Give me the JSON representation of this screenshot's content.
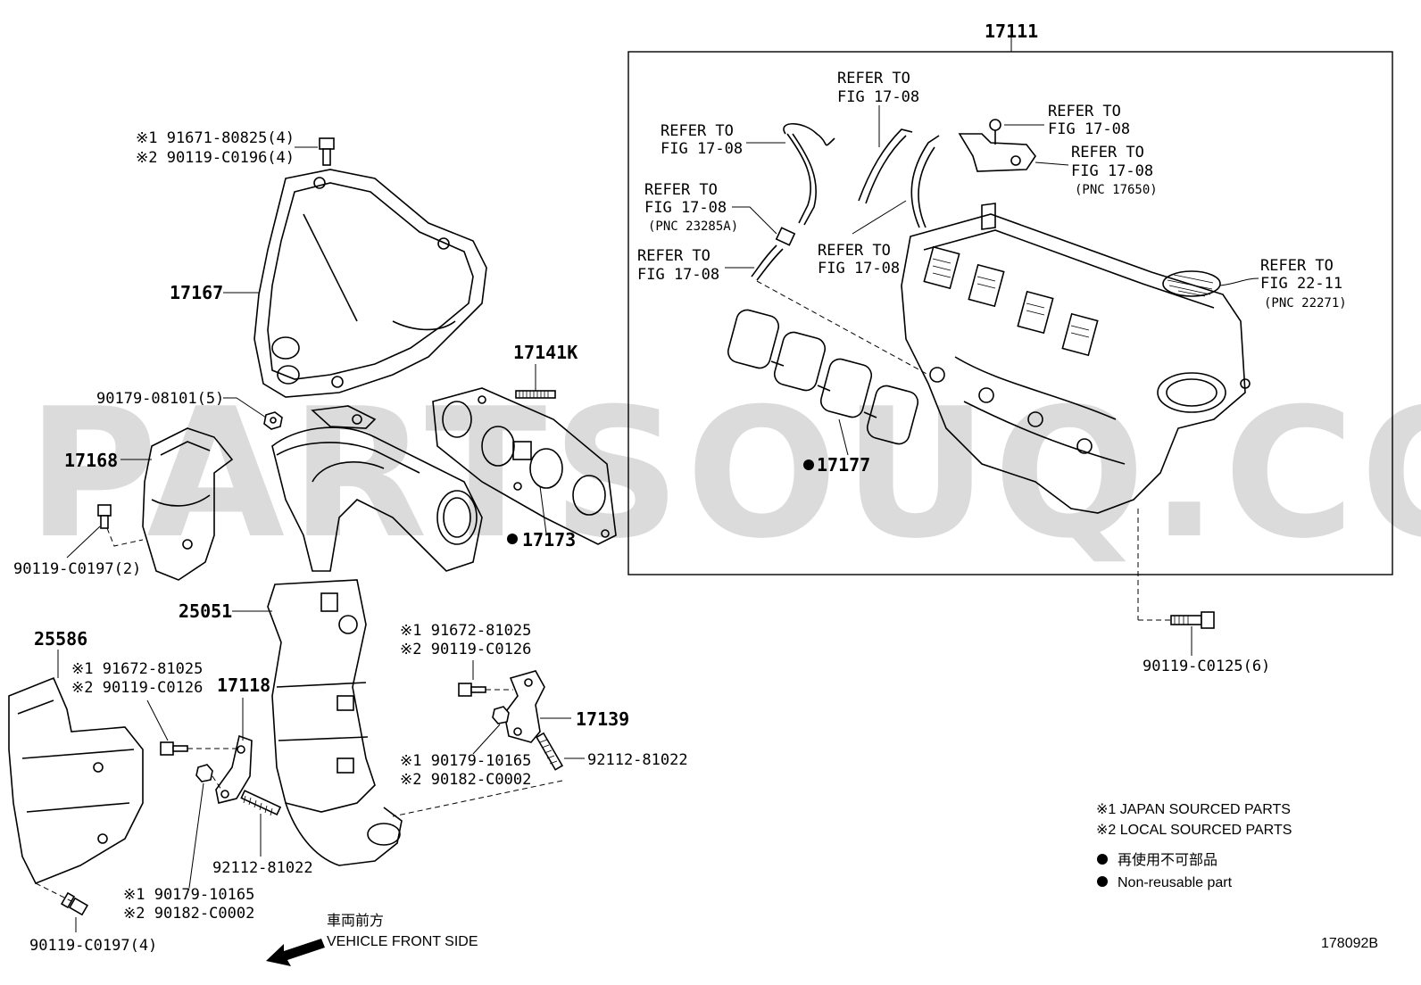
{
  "watermark": "PARTSOUQ.COM",
  "box_header": "17111",
  "refer_labels": [
    {
      "id": "r1",
      "lines": [
        "REFER TO",
        "FIG 17-08"
      ]
    },
    {
      "id": "r2",
      "lines": [
        "REFER TO",
        "FIG 17-08"
      ]
    },
    {
      "id": "r3",
      "lines": [
        "REFER TO",
        "FIG 17-08"
      ]
    },
    {
      "id": "r4",
      "lines": [
        "REFER TO",
        "FIG 17-08",
        "(PNC 17650)"
      ]
    },
    {
      "id": "r5",
      "lines": [
        "REFER TO",
        "FIG 17-08",
        "(PNC 23285A)"
      ]
    },
    {
      "id": "r6",
      "lines": [
        "REFER TO",
        "FIG 17-08"
      ]
    },
    {
      "id": "r7",
      "lines": [
        "REFER TO",
        "FIG 17-08"
      ]
    },
    {
      "id": "r8",
      "lines": [
        "REFER TO",
        "FIG 22-11",
        "(PNC 22271)"
      ]
    }
  ],
  "parts": {
    "p17167": "17167",
    "p17168": "17168",
    "p17141k": "17141K",
    "p17173": "17173",
    "p17177": "17177",
    "p25051": "25051",
    "p25586": "25586",
    "p17118": "17118",
    "p17139": "17139",
    "bolt_top_1": "※1 91671-80825(4)",
    "bolt_top_2": "※2 90119-C0196(4)",
    "nut_90179": "90179-08101(5)",
    "bolt_c0197_2": "90119-C0197(2)",
    "bolt_c0197_4": "90119-C0197(4)",
    "bolt_c0125": "90119-C0125(6)",
    "left_bolt_1": "※1 91672-81025",
    "left_bolt_2": "※2 90119-C0126",
    "right_bolt_1": "※1 91672-81025",
    "right_bolt_2": "※2 90119-C0126",
    "right_nut_1": "※1 90179-10165",
    "right_nut_2": "※2 90182-C0002",
    "left_nut_1": "※1 90179-10165",
    "left_nut_2": "※2 90182-C0002",
    "stud_left": "92112-81022",
    "stud_right": "92112-81022"
  },
  "legend": {
    "japan": "※1 JAPAN SOURCED PARTS",
    "local": "※2 LOCAL SOURCED PARTS",
    "non_reuse_jp": "再使用不可部品",
    "non_reuse_en": "Non-reusable part"
  },
  "front": {
    "jp": "車両前方",
    "en": "VEHICLE FRONT SIDE"
  },
  "figure_code": "178092B"
}
